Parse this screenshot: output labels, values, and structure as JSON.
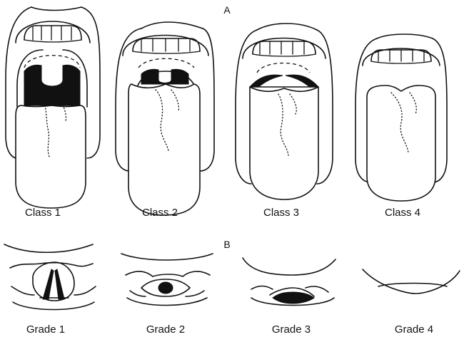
{
  "panel_a_label": "A",
  "panel_b_label": "B",
  "mallampati": [
    {
      "label": "Class 1"
    },
    {
      "label": "Class 2"
    },
    {
      "label": "Class 3"
    },
    {
      "label": "Class 4"
    }
  ],
  "cormack_lehane": [
    {
      "label": "Grade 1"
    },
    {
      "label": "Grade 2"
    },
    {
      "label": "Grade 3"
    },
    {
      "label": "Grade 4"
    }
  ]
}
